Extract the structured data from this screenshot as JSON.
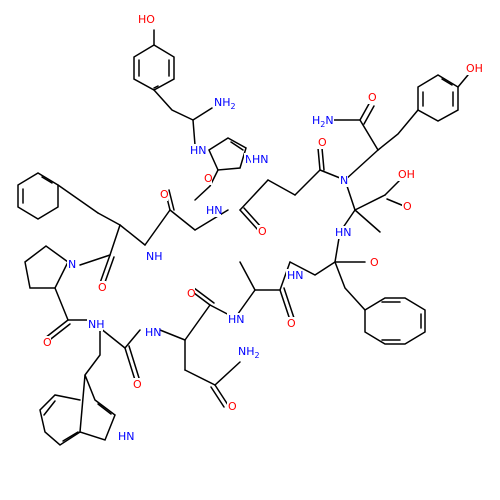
{
  "structure": {
    "kind": "skeletal-formula",
    "bond_color": "#000000",
    "label_colors": {
      "N": "#0000ff",
      "O": "#ff0000"
    },
    "atom_labels": [
      {
        "id": "oh-top",
        "text": "HO",
        "element": "O"
      },
      {
        "id": "nh2-top",
        "text": "NH",
        "sub": "2",
        "element": "N"
      },
      {
        "id": "oh-right",
        "text": "OH",
        "element": "O"
      },
      {
        "id": "o-amide-top",
        "text": "O",
        "element": "O"
      },
      {
        "id": "h2n-top",
        "text": "H",
        "sub": "2",
        "tail": "N",
        "element": "N"
      },
      {
        "id": "hn-imid",
        "text": "HN",
        "element": "N"
      },
      {
        "id": "n-imid",
        "text": "N",
        "element": "N"
      },
      {
        "id": "hn-asp",
        "text": "HN",
        "element": "N"
      },
      {
        "id": "o-asp",
        "text": "O",
        "element": "O"
      },
      {
        "id": "n-backbone",
        "text": "N",
        "element": "N"
      },
      {
        "id": "oh-acid",
        "text": "OH",
        "element": "O"
      },
      {
        "id": "o-acid",
        "text": "O",
        "element": "O"
      },
      {
        "id": "o-imid-link",
        "text": "O",
        "element": "O"
      },
      {
        "id": "o-phe1",
        "text": "O",
        "element": "O"
      },
      {
        "id": "hn-his",
        "text": "HN",
        "element": "N"
      },
      {
        "id": "hn-quat",
        "text": "HN",
        "element": "N"
      },
      {
        "id": "nh-phe1",
        "text": "NH",
        "element": "N"
      },
      {
        "id": "o-his",
        "text": "O",
        "element": "O"
      },
      {
        "id": "o-phe2",
        "text": "O",
        "element": "O"
      },
      {
        "id": "n-pro",
        "text": "N",
        "element": "N"
      },
      {
        "id": "o-pro",
        "text": "O",
        "element": "O"
      },
      {
        "id": "hn-phe2",
        "text": "HN",
        "element": "N"
      },
      {
        "id": "o-ala",
        "text": "O",
        "element": "O"
      },
      {
        "id": "hn-ala",
        "text": "HN",
        "element": "N"
      },
      {
        "id": "o-ala2",
        "text": "O",
        "element": "O"
      },
      {
        "id": "o-pro2",
        "text": "O",
        "element": "O"
      },
      {
        "id": "nh-trp",
        "text": "NH",
        "element": "N"
      },
      {
        "id": "hn-asn",
        "text": "HN",
        "element": "N"
      },
      {
        "id": "o-trp",
        "text": "O",
        "element": "O"
      },
      {
        "id": "nh2-asn",
        "text": "NH",
        "sub": "2",
        "element": "N"
      },
      {
        "id": "o-asn",
        "text": "O",
        "element": "O"
      },
      {
        "id": "hn-indole",
        "text": "HN",
        "element": "N"
      }
    ]
  }
}
